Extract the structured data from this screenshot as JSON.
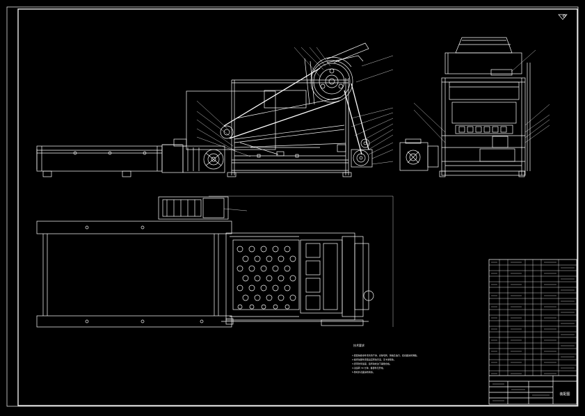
{
  "drawing": {
    "background": "#000000",
    "line_color": "#ffffff",
    "notes_heading": "技术要求",
    "notes_lines": [
      "1.装配前各零件须清洗干净，去除毛刺、锈蚀及油污，接合面涂润滑脂。",
      "2.各传动部件安装后应转动灵活，无卡滞现象。",
      "3.皮带张紧适度，链传动松边下垂量合格。",
      "4.试运转 30 分钟，各部件无异常。",
      "5.整机外表面涂防锈漆。"
    ],
    "title_block": {
      "drawing_title": "装配图"
    }
  }
}
